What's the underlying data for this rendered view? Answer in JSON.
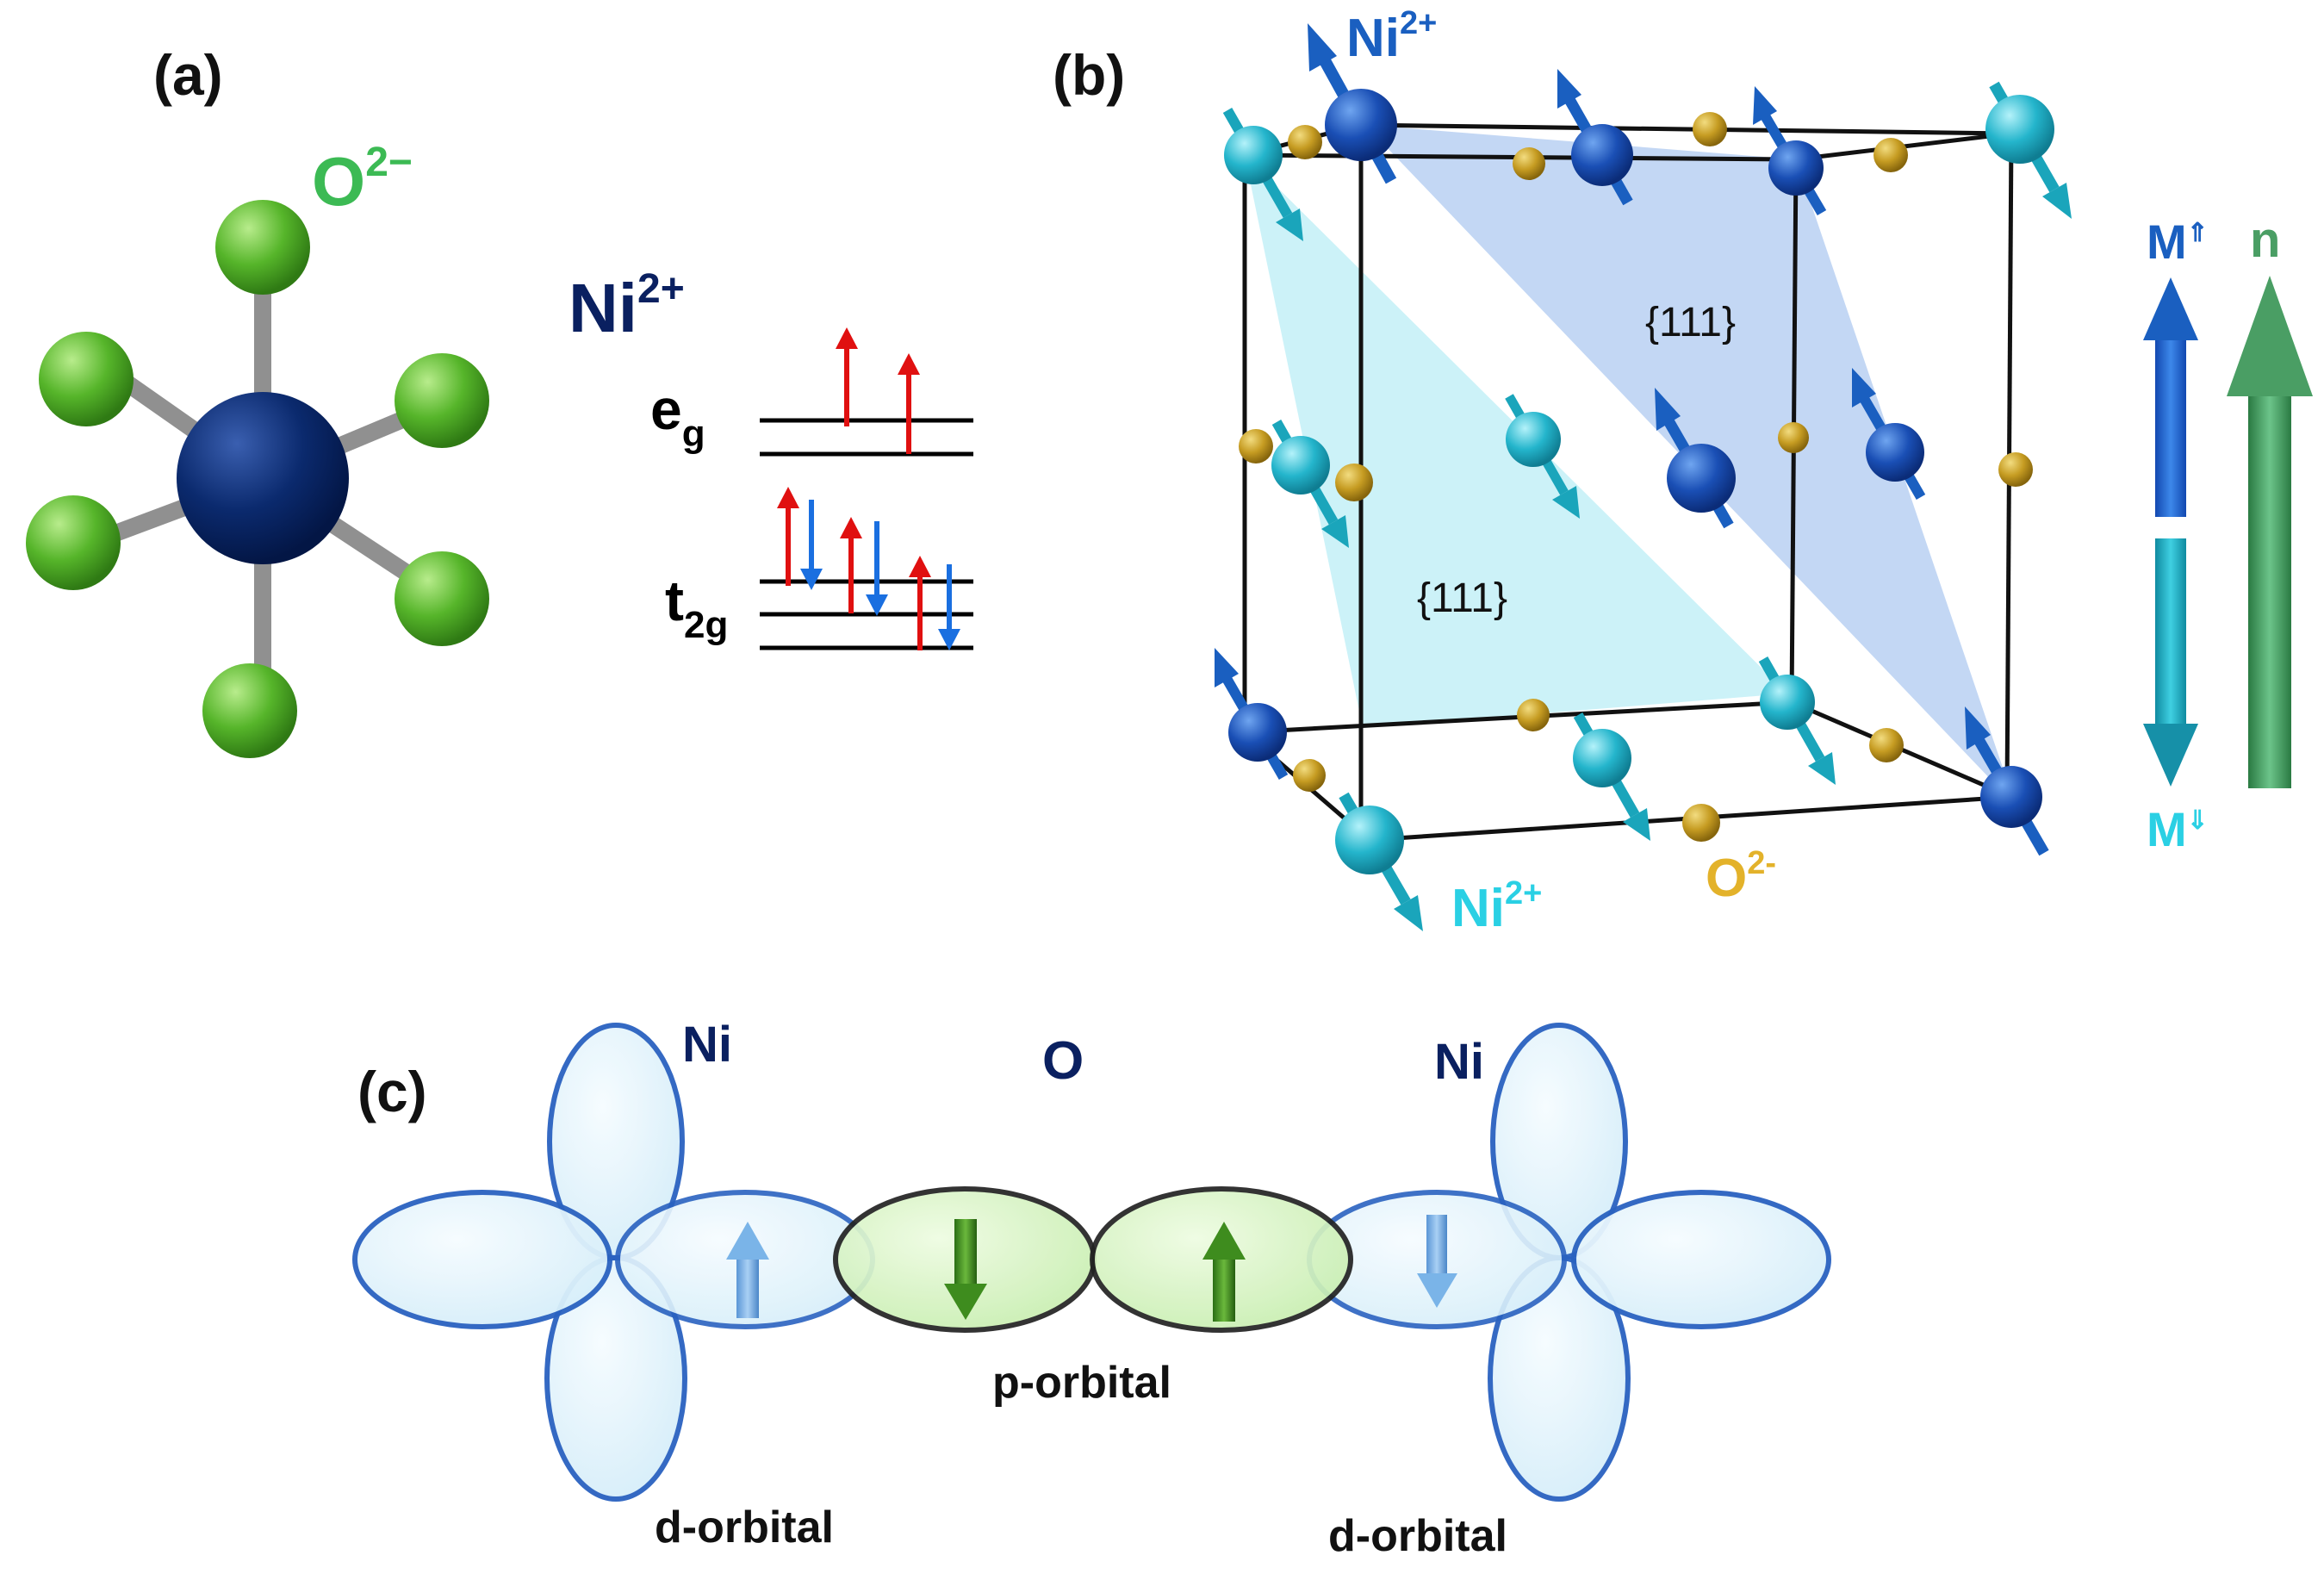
{
  "panel_a": {
    "label": "(a)",
    "oxygen_label": "O",
    "oxygen_charge": "2−",
    "ion_label": "Ni",
    "ion_charge": "2+",
    "eg_main": "e",
    "eg_sub": "g",
    "t2g_main": "t",
    "t2g_sub": "2g"
  },
  "panel_b": {
    "label": "(b)",
    "plane_label_1": "{111}",
    "plane_label_2": "{111}",
    "ni_top_label": "Ni",
    "ni_top_charge": "2+",
    "ni_bottom_label": "Ni",
    "ni_bottom_charge": "2+",
    "o_label": "O",
    "o_charge": "2-",
    "m_up_label": "M",
    "m_up_sym": "⇑",
    "m_down_label": "M",
    "m_down_sym": "⇓",
    "n_label": "n"
  },
  "panel_c": {
    "label": "(c)",
    "ni_left": "Ni",
    "o_center": "O",
    "ni_right": "Ni",
    "p_orbital": "p-orbital",
    "d_orbital_left": "d-orbital",
    "d_orbital_right": "d-orbital"
  },
  "colors": {
    "ni_dark": "#0a2060",
    "ni_blue": "#1a5fc0",
    "ni_cyan": "#20b0c8",
    "oxygen_green": "#5cb82e",
    "oxygen_gold": "#c9a227",
    "spin_up_red": "#e01010",
    "spin_down_blue": "#1a6fe0",
    "n_green": "#3e9e5e"
  }
}
